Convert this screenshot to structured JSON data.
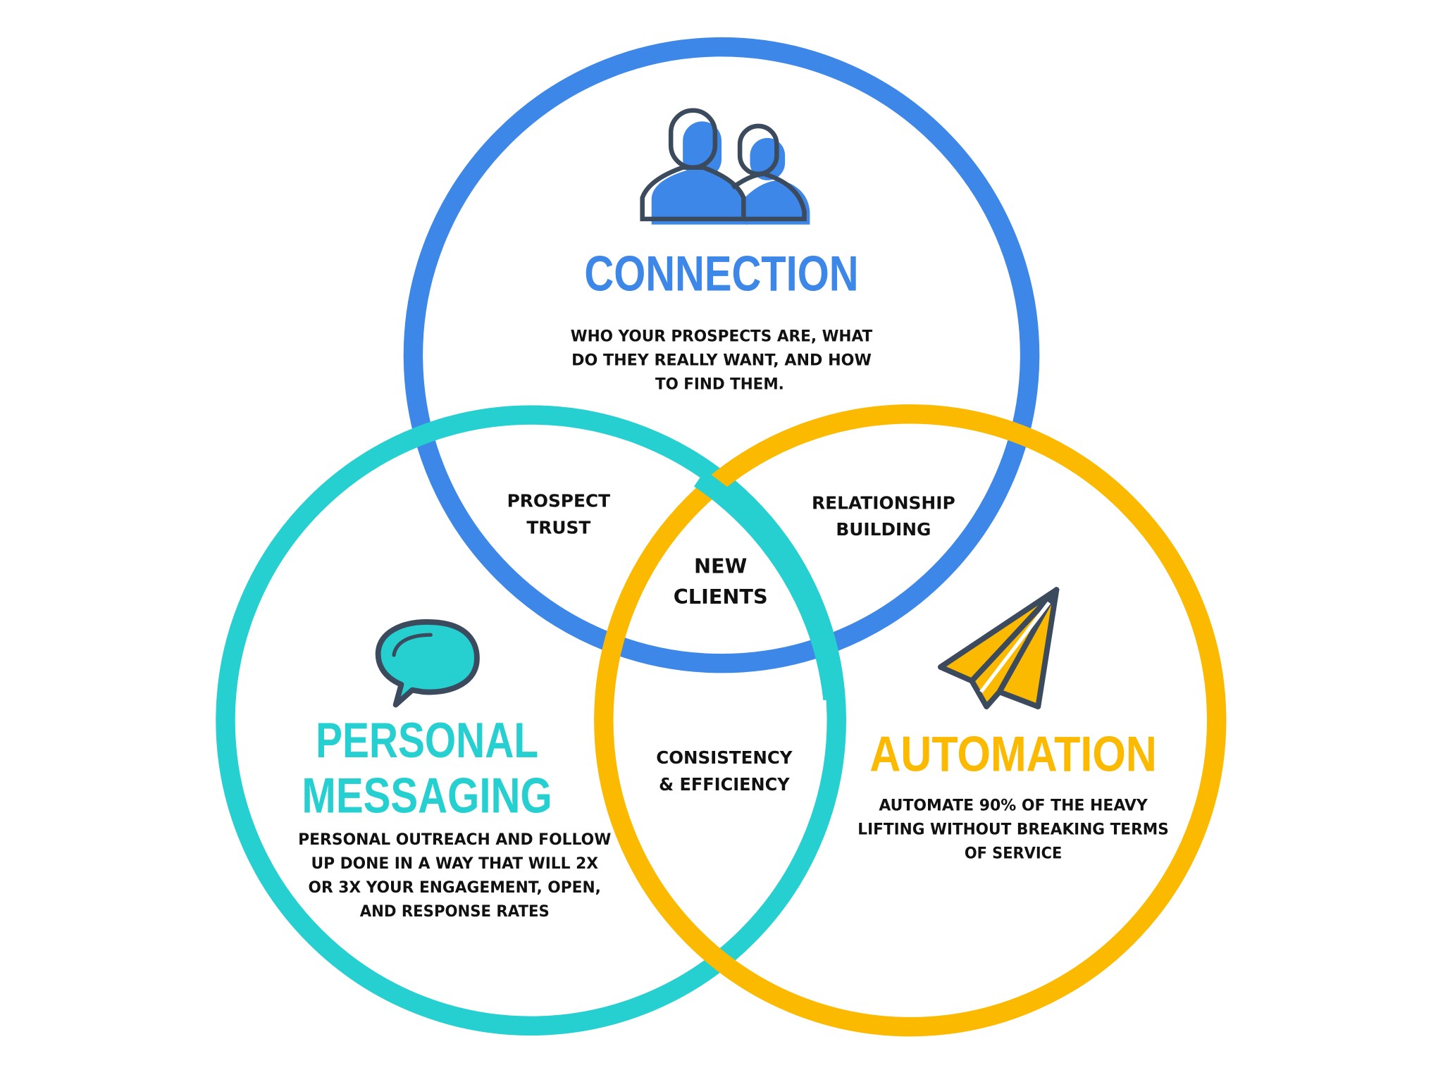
{
  "colors": {
    "connection": "#3d87e8",
    "personal": "#26cfd0",
    "automation": "#fbb900",
    "outline": "#3c4a5e",
    "text": "#111111"
  },
  "connection": {
    "title": "CONNECTION",
    "icon": "people-icon",
    "desc": [
      "WHO YOUR PROSPECTS ARE, WHAT",
      "DO THEY REALLY WANT, AND HOW",
      "TO FIND THEM."
    ]
  },
  "personal": {
    "title": [
      "PERSONAL",
      "MESSAGING"
    ],
    "icon": "speech-bubble-icon",
    "desc": [
      "PERSONAL OUTREACH AND FOLLOW",
      "UP DONE IN A WAY THAT WILL 2X",
      "OR 3X YOUR ENGAGEMENT, OPEN,",
      "AND RESPONSE RATES"
    ]
  },
  "automation": {
    "title": "AUTOMATION",
    "icon": "paper-plane-icon",
    "desc": [
      "AUTOMATE 90% OF THE HEAVY",
      "LIFTING WITHOUT BREAKING TERMS",
      "OF SERVICE"
    ]
  },
  "overlaps": {
    "connection_personal": [
      "PROSPECT",
      "TRUST"
    ],
    "connection_automation": [
      "RELATIONSHIP",
      "BUILDING"
    ],
    "personal_automation": [
      "CONSISTENCY",
      "& EFFICIENCY"
    ],
    "center": [
      "NEW",
      "CLIENTS"
    ]
  }
}
